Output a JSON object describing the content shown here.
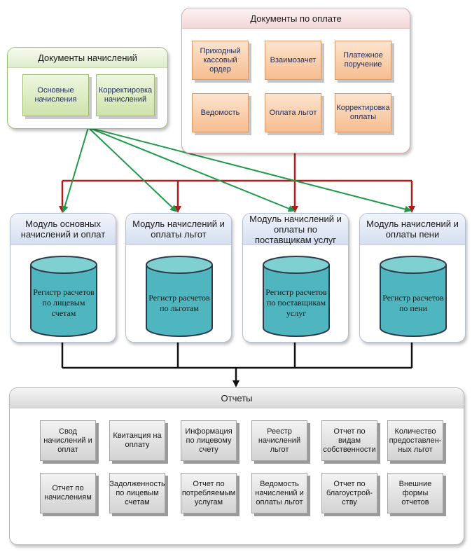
{
  "accruals_docs": {
    "title": "Документы начислений",
    "items": [
      "Основные начисления",
      "Корректировка начислений"
    ]
  },
  "payment_docs": {
    "title": "Документы по оплате",
    "items": [
      "Приходный кассовый ордер",
      "Взаимозачет",
      "Платежное поручение",
      "Ведомость",
      "Оплата льгот",
      "Корректировка оплаты"
    ]
  },
  "modules": [
    {
      "title": "Модуль основных начислений и оплат",
      "register": "Регистр расчетов по лицевым счетам"
    },
    {
      "title": "Модуль  начислений и оплаты льгот",
      "register": "Регистр расчетов по льготам"
    },
    {
      "title": "Модуль начислений и оплаты по поставщикам услуг",
      "register": "Регистр расчетов по поставщикам услуг"
    },
    {
      "title": "Модуль  начислений и оплаты пени",
      "register": "Регистр расчетов по пени"
    }
  ],
  "reports": {
    "title": "Отчеты",
    "items": [
      "Свод начислений и оплат",
      "Квитанция на оплату",
      "Информация по лицевому счету",
      "Реестр начислений льгот",
      "Отчет по видам собственности",
      "Количество предоставлен-ных льгот",
      "Отчет по начислениям",
      "Задолженность по лицевым счетам",
      "Отчет по потребляемым услугам",
      "Ведомость начислений и оплаты льгот",
      "Отчет по благоустрой-ству",
      "Внешние формы отчетов"
    ]
  },
  "colors": {
    "accrual_arrows": "#1f9a4a",
    "payment_arrows": "#b01c1c",
    "report_lines": "#111111",
    "cylinder_top": "#7fd1d1",
    "cylinder_body": "#4fb6bf"
  }
}
